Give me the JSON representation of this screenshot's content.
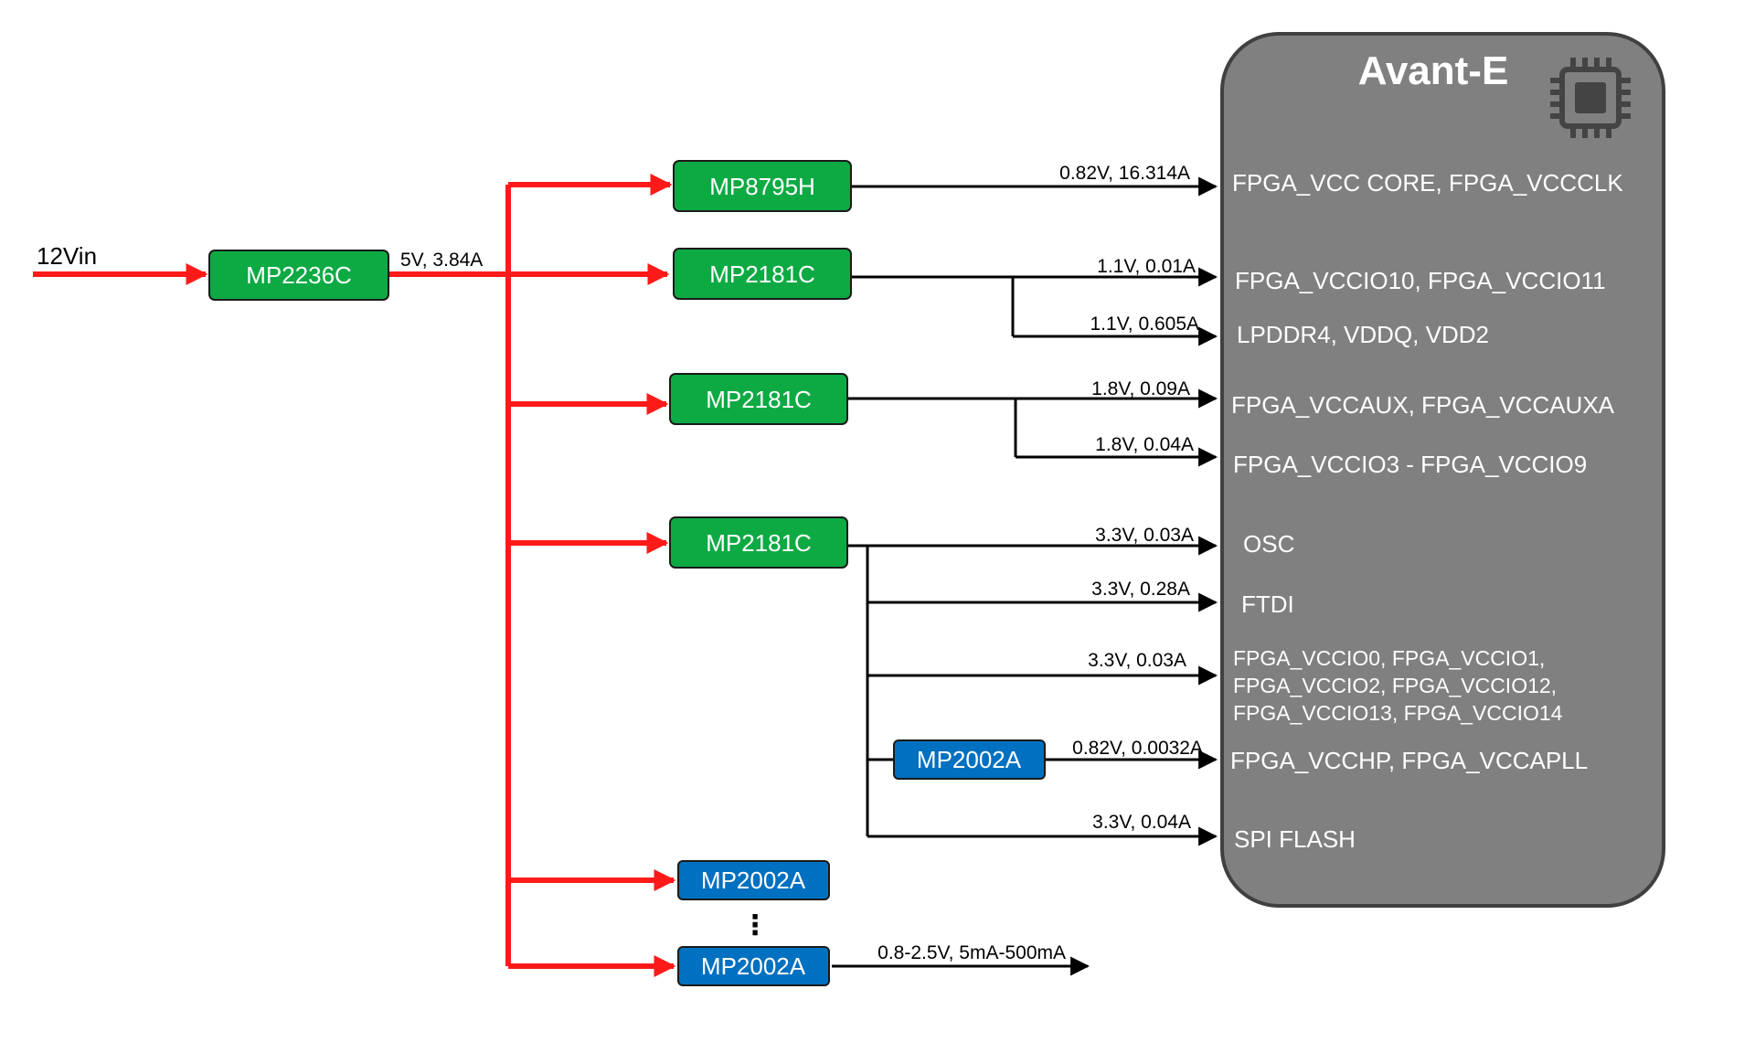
{
  "input": {
    "label": "12Vin"
  },
  "colors": {
    "green": "#0daa44",
    "blue": "#0070c0",
    "red": "#ff1a1a",
    "fpga_body": "#808080",
    "wire": "#000000"
  },
  "fpga": {
    "title": "Avant-E",
    "icon": "chip-icon"
  },
  "regulators": {
    "main": "MP2236C",
    "main_output": "5V, 3.84A",
    "r1": "MP8795H",
    "r2": "MP2181C",
    "r3": "MP2181C",
    "r4": "MP2181C",
    "r5": "MP2002A",
    "r6": "MP2002A",
    "r7": "MP2002A"
  },
  "outputs": {
    "o1": "0.82V, 16.314A",
    "o2": "1.1V, 0.01A",
    "o3": "1.1V, 0.605A",
    "o4": "1.8V, 0.09A",
    "o5": "1.8V, 0.04A",
    "o6": "3.3V, 0.03A",
    "o7": "3.3V, 0.28A",
    "o8": "3.3V, 0.03A",
    "o9": "0.82V, 0.0032A",
    "o10": "3.3V, 0.04A",
    "o11": "0.8-2.5V, 5mA-500mA"
  },
  "rails": {
    "r1": "FPGA_VCC CORE, FPGA_VCCCLK",
    "r2": "FPGA_VCCIO10, FPGA_VCCIO11",
    "r3": "LPDDR4, VDDQ, VDD2",
    "r4": "FPGA_VCCAUX, FPGA_VCCAUXA",
    "r5": "FPGA_VCCIO3 - FPGA_VCCIO9",
    "r6": "OSC",
    "r7": "FTDI",
    "r8_line1": "FPGA_VCCIO0, FPGA_VCCIO1,",
    "r8_line2": "FPGA_VCCIO2, FPGA_VCCIO12,",
    "r8_line3": "FPGA_VCCIO13, FPGA_VCCIO14",
    "r9": "FPGA_VCCHP, FPGA_VCCAPLL",
    "r10": "SPI FLASH"
  },
  "ellipsis": "⋮"
}
